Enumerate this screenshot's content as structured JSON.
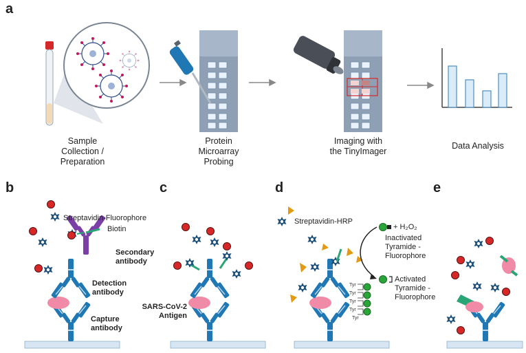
{
  "panels": {
    "a": "a",
    "b": "b",
    "c": "c",
    "d": "d",
    "e": "e"
  },
  "workflow": {
    "step1": [
      "Sample",
      "Collection /",
      "Preparation"
    ],
    "step2": [
      "Protein",
      "Microarray",
      "Probing"
    ],
    "step3": [
      "Imaging with",
      "the TinyImager"
    ],
    "step4": [
      "Data Analysis"
    ]
  },
  "panel_b": {
    "streptavidin_fluorophore": "Streptavidin-Fluorophore",
    "biotin": "Biotin",
    "secondary_antibody": [
      "Secondary",
      "antibody"
    ],
    "detection_antibody": [
      "Detection",
      "antibody"
    ],
    "capture_antibody": [
      "Capture",
      "antibody"
    ]
  },
  "panel_c": {
    "antigen": [
      "SARS-CoV-2",
      "Antigen"
    ]
  },
  "panel_d": {
    "streptavidin_hrp": "Streptavidin-HRP",
    "h2o2": "+ H₂O₂",
    "inactivated": [
      "Inactivated",
      "Tyramide -",
      "Fluorophore"
    ],
    "activated": [
      "Activated",
      "Tyramide -",
      "Fluorophore"
    ],
    "tyr": "Tyr"
  },
  "colors": {
    "antibody": "#1f78b4",
    "secondary": "#7b3fa8",
    "biotin": "#2aa676",
    "fluorophore": "#d62828",
    "streptavidin": "#1c4f7a",
    "hrp": "#e39a10",
    "antigen": "#f08aa6",
    "green": "#2aa53a",
    "bar": "#d9ecf8"
  },
  "icons": [
    "tube-icon",
    "virus-icon",
    "pipette-icon",
    "microarray-icon",
    "microscope-icon",
    "bar-chart-icon",
    "arrow-icon"
  ]
}
